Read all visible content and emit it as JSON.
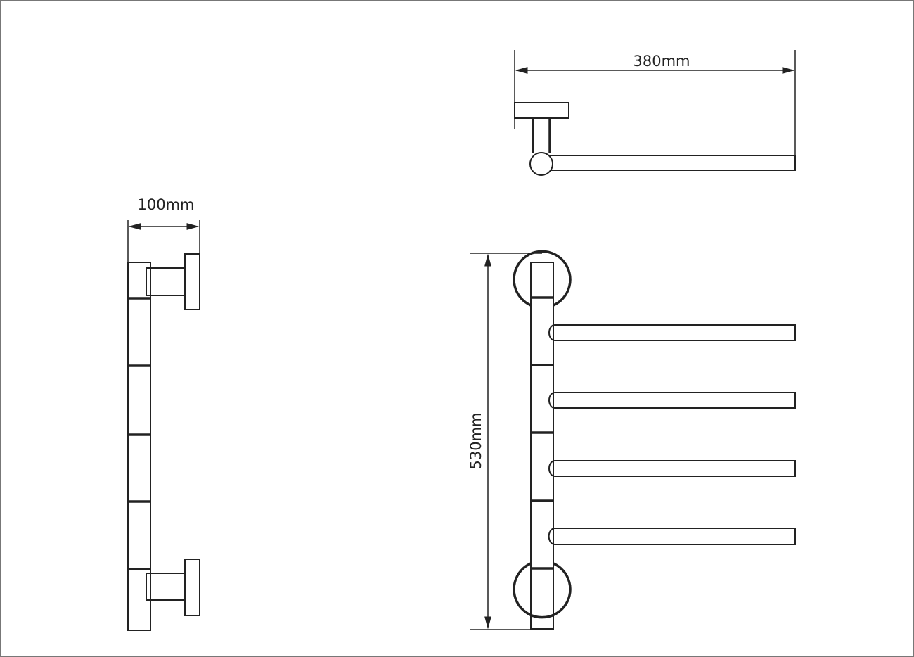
{
  "title": "Swivel towel rail dimension drawing",
  "dimensions": {
    "width_label": "380mm",
    "depth_label": "100mm",
    "height_label": "530mm"
  },
  "arms_count": 4
}
